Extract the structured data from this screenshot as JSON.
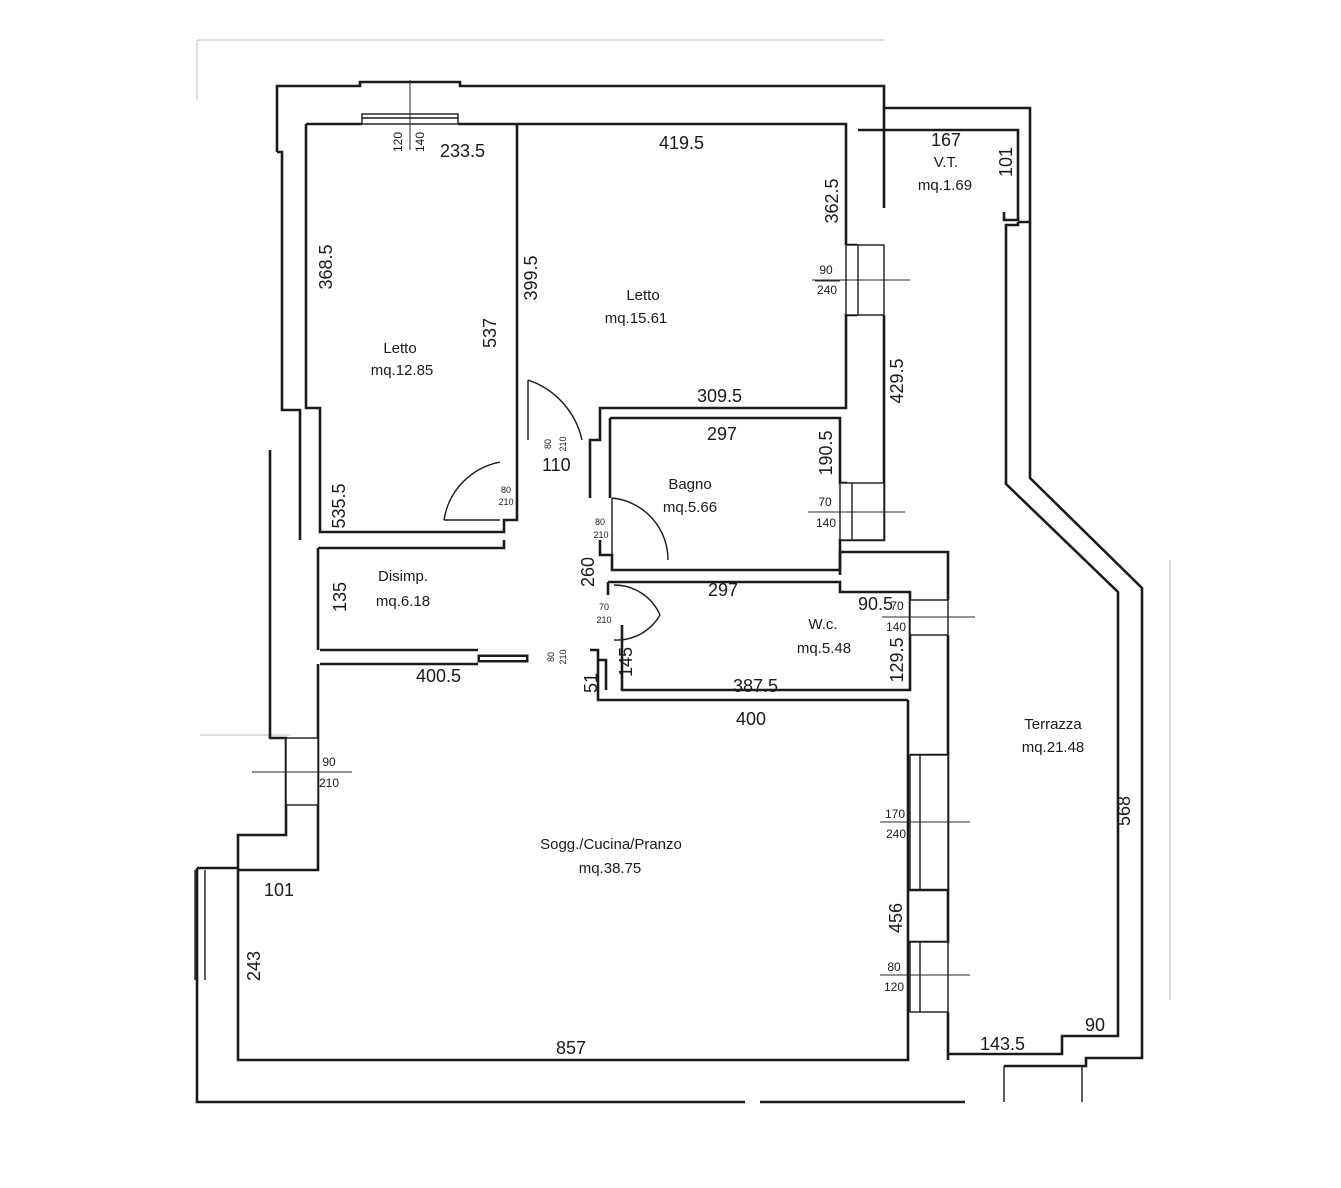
{
  "rooms": {
    "letto_1": {
      "name": "Letto",
      "area": "mq.12.85"
    },
    "letto_2": {
      "name": "Letto",
      "area": "mq.15.61"
    },
    "vt": {
      "name": "V.T.",
      "area": "mq.1.69"
    },
    "bagno": {
      "name": "Bagno",
      "area": "mq.5.66"
    },
    "disimp": {
      "name": "Disimp.",
      "area": "mq.6.18"
    },
    "wc": {
      "name": "W.c.",
      "area": "mq.5.48"
    },
    "terrazza": {
      "name": "Terrazza",
      "area": "mq.21.48"
    },
    "soggiorno": {
      "name": "Sogg./Cucina/Pranzo",
      "area": "mq.38.75"
    }
  },
  "dimensions": {
    "d233_5": "233.5",
    "d419_5": "419.5",
    "d167": "167",
    "d101_vt": "101",
    "d368_5": "368.5",
    "d537": "537",
    "d399_5": "399.5",
    "d362_5": "362.5",
    "d429_5": "429.5",
    "d309_5": "309.5",
    "d297_bagno": "297",
    "d110": "110",
    "d190_5": "190.5",
    "d535_5": "535.5",
    "d260": "260",
    "d297_wc": "297",
    "d90_5": "90.5",
    "d135": "135",
    "d145": "145",
    "d129_5": "129.5",
    "d400_5": "400.5",
    "d51": "51",
    "d387_5": "387.5",
    "d400": "400",
    "d568": "568",
    "d101_sogg": "101",
    "d243": "243",
    "d456": "456",
    "d857": "857",
    "d143_5": "143.5",
    "d90_terr": "90"
  },
  "openings": {
    "w_top": {
      "a": "120",
      "b": "140"
    },
    "w_letto2": {
      "a": "90",
      "b": "240"
    },
    "w_bagno": {
      "a": "70",
      "b": "140"
    },
    "w_wc": {
      "a": "70",
      "b": "140"
    },
    "w_left": {
      "a": "90",
      "b": "210"
    },
    "w_sogg_1": {
      "a": "170",
      "b": "240"
    },
    "w_sogg_2": {
      "a": "80",
      "b": "120"
    },
    "door_letto2": {
      "a": "80",
      "b": "210"
    },
    "door_letto1": {
      "a": "80",
      "b": "210"
    },
    "door_bagno": {
      "a": "80",
      "b": "210"
    },
    "door_wc": {
      "a": "70",
      "b": "210"
    },
    "door_entry": {
      "a": "80",
      "b": "210"
    }
  }
}
